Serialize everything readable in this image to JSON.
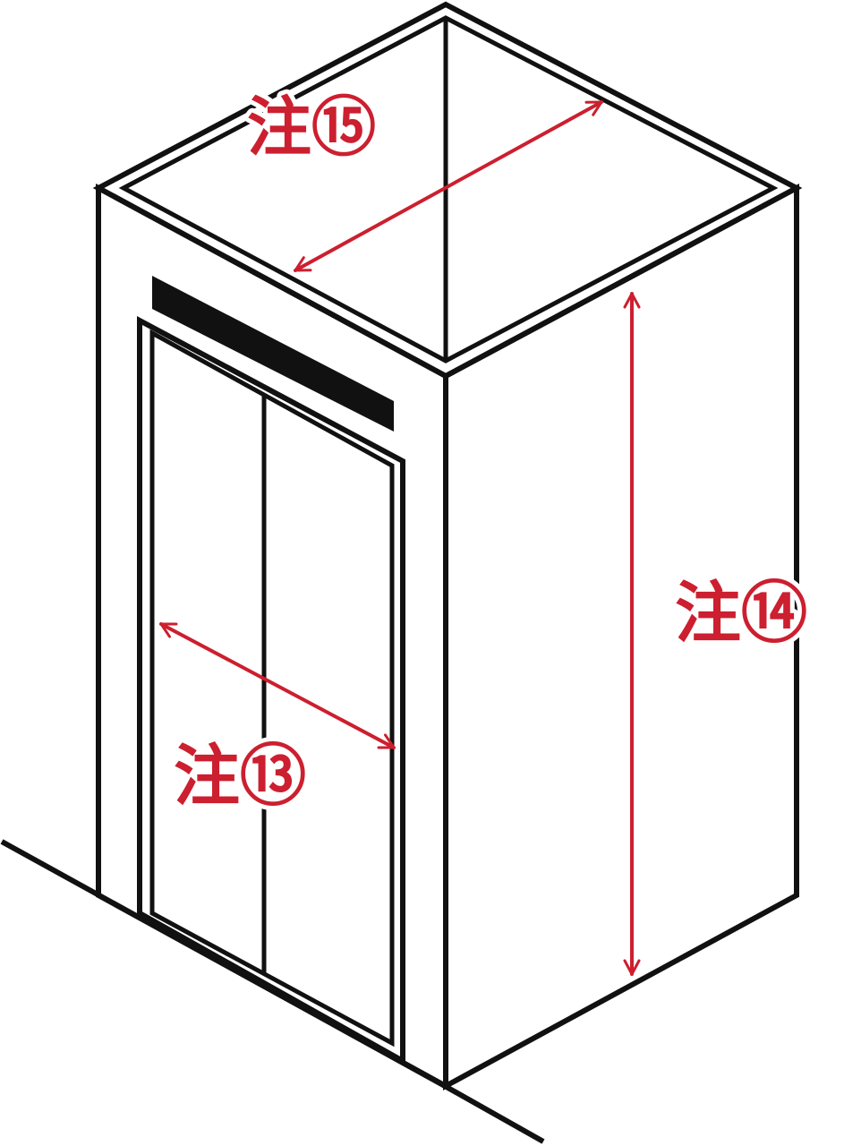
{
  "colors": {
    "line": "#111111",
    "accent": "#cc1f2f",
    "roof_fill": "#dcdcdc",
    "background": "#ffffff"
  },
  "annotations": {
    "door_width": "注⑬",
    "car_height": "注⑭",
    "car_depth": "注⑮"
  }
}
